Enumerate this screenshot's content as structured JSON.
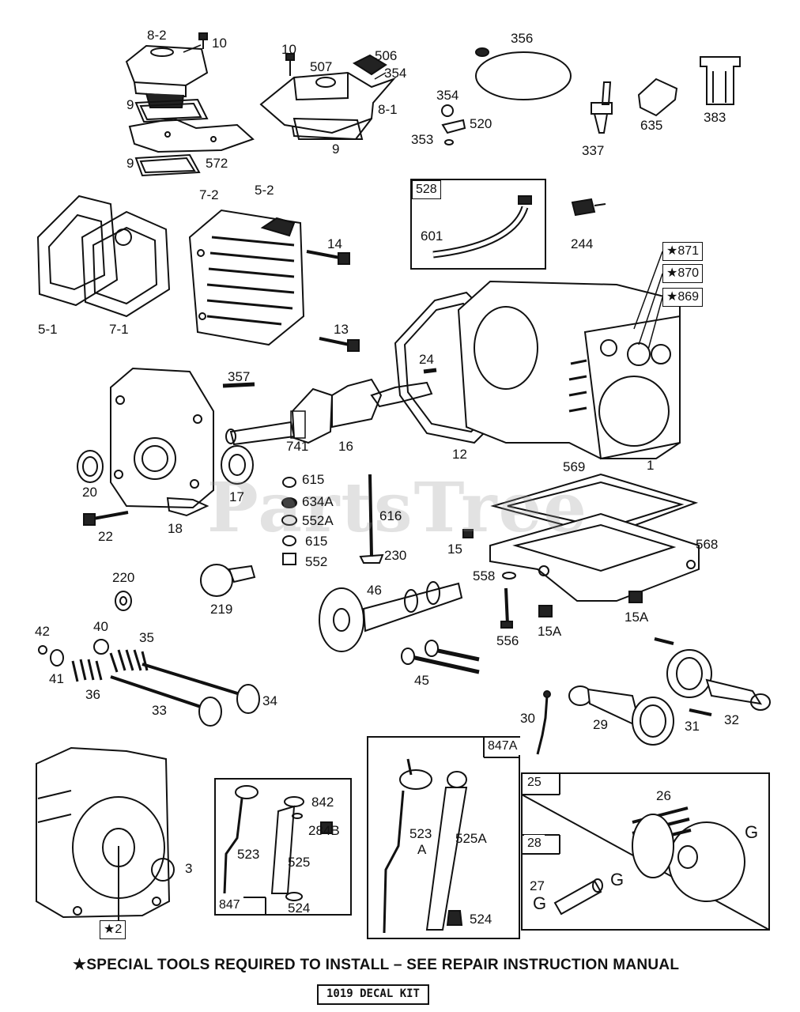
{
  "watermark": "PartsTree",
  "footer_note": "★SPECIAL TOOLS REQUIRED TO INSTALL – SEE REPAIR INSTRUCTION MANUAL",
  "decal_kit": "1019 DECAL KIT",
  "part_labels": [
    {
      "id": "p-8-2",
      "text": "8-2"
    },
    {
      "id": "p-10a",
      "text": "10"
    },
    {
      "id": "p-10b",
      "text": "10"
    },
    {
      "id": "p-507",
      "text": "507"
    },
    {
      "id": "p-506",
      "text": "506"
    },
    {
      "id": "p-354a",
      "text": "354"
    },
    {
      "id": "p-356",
      "text": "356"
    },
    {
      "id": "p-9a",
      "text": "9"
    },
    {
      "id": "p-8-1",
      "text": "8-1"
    },
    {
      "id": "p-354b",
      "text": "354"
    },
    {
      "id": "p-520",
      "text": "520"
    },
    {
      "id": "p-353",
      "text": "353"
    },
    {
      "id": "p-337",
      "text": "337"
    },
    {
      "id": "p-635",
      "text": "635"
    },
    {
      "id": "p-383",
      "text": "383"
    },
    {
      "id": "p-9b",
      "text": "9"
    },
    {
      "id": "p-9c",
      "text": "9"
    },
    {
      "id": "p-572",
      "text": "572"
    },
    {
      "id": "p-601",
      "text": "601"
    },
    {
      "id": "p-244",
      "text": "244"
    },
    {
      "id": "p-7-2",
      "text": "7-2"
    },
    {
      "id": "p-5-2",
      "text": "5-2"
    },
    {
      "id": "p-14",
      "text": "14"
    },
    {
      "id": "p-5-1",
      "text": "5-1"
    },
    {
      "id": "p-7-1",
      "text": "7-1"
    },
    {
      "id": "p-13",
      "text": "13"
    },
    {
      "id": "p-24",
      "text": "24"
    },
    {
      "id": "p-357",
      "text": "357"
    },
    {
      "id": "p-741",
      "text": "741"
    },
    {
      "id": "p-16",
      "text": "16"
    },
    {
      "id": "p-12",
      "text": "12"
    },
    {
      "id": "p-569",
      "text": "569"
    },
    {
      "id": "p-1",
      "text": "1"
    },
    {
      "id": "p-20",
      "text": "20"
    },
    {
      "id": "p-17",
      "text": "17"
    },
    {
      "id": "p-18",
      "text": "18"
    },
    {
      "id": "p-615a",
      "text": "615"
    },
    {
      "id": "p-634a",
      "text": "634A"
    },
    {
      "id": "p-552a",
      "text": "552A"
    },
    {
      "id": "p-615b",
      "text": "615"
    },
    {
      "id": "p-552",
      "text": "552"
    },
    {
      "id": "p-616",
      "text": "616"
    },
    {
      "id": "p-230",
      "text": "230"
    },
    {
      "id": "p-15",
      "text": "15"
    },
    {
      "id": "p-568",
      "text": "568"
    },
    {
      "id": "p-22",
      "text": "22"
    },
    {
      "id": "p-220",
      "text": "220"
    },
    {
      "id": "p-219",
      "text": "219"
    },
    {
      "id": "p-558",
      "text": "558"
    },
    {
      "id": "p-46",
      "text": "46"
    },
    {
      "id": "p-15a-1",
      "text": "15A"
    },
    {
      "id": "p-15a-2",
      "text": "15A"
    },
    {
      "id": "p-556",
      "text": "556"
    },
    {
      "id": "p-42",
      "text": "42"
    },
    {
      "id": "p-40",
      "text": "40"
    },
    {
      "id": "p-35",
      "text": "35"
    },
    {
      "id": "p-41",
      "text": "41"
    },
    {
      "id": "p-36",
      "text": "36"
    },
    {
      "id": "p-33",
      "text": "33"
    },
    {
      "id": "p-34",
      "text": "34"
    },
    {
      "id": "p-45",
      "text": "45"
    },
    {
      "id": "p-30",
      "text": "30"
    },
    {
      "id": "p-29",
      "text": "29"
    },
    {
      "id": "p-31",
      "text": "31"
    },
    {
      "id": "p-32",
      "text": "32"
    },
    {
      "id": "p-842",
      "text": "842"
    },
    {
      "id": "p-284b",
      "text": "284B"
    },
    {
      "id": "p-523a",
      "text": "523"
    },
    {
      "id": "p-525",
      "text": "525"
    },
    {
      "id": "p-524a",
      "text": "524"
    },
    {
      "id": "p-523A",
      "text": "523"
    },
    {
      "id": "p-523A-suffix",
      "text": "A"
    },
    {
      "id": "p-525a",
      "text": "525A"
    },
    {
      "id": "p-524b",
      "text": "524"
    },
    {
      "id": "p-26",
      "text": "26"
    },
    {
      "id": "p-27",
      "text": "27"
    },
    {
      "id": "p-g1",
      "text": "G"
    },
    {
      "id": "p-g2",
      "text": "G"
    },
    {
      "id": "p-g3",
      "text": "G"
    },
    {
      "id": "p-3",
      "text": "3"
    }
  ],
  "boxed_labels": [
    {
      "id": "b-528",
      "text": "528"
    },
    {
      "id": "b-871",
      "text": "★871"
    },
    {
      "id": "b-870",
      "text": "★870"
    },
    {
      "id": "b-869",
      "text": "★869"
    },
    {
      "id": "b-847a",
      "text": "847A"
    },
    {
      "id": "b-847",
      "text": "847"
    },
    {
      "id": "b-25",
      "text": "25"
    },
    {
      "id": "b-28",
      "text": "28"
    },
    {
      "id": "b-2",
      "text": "★2"
    }
  ]
}
